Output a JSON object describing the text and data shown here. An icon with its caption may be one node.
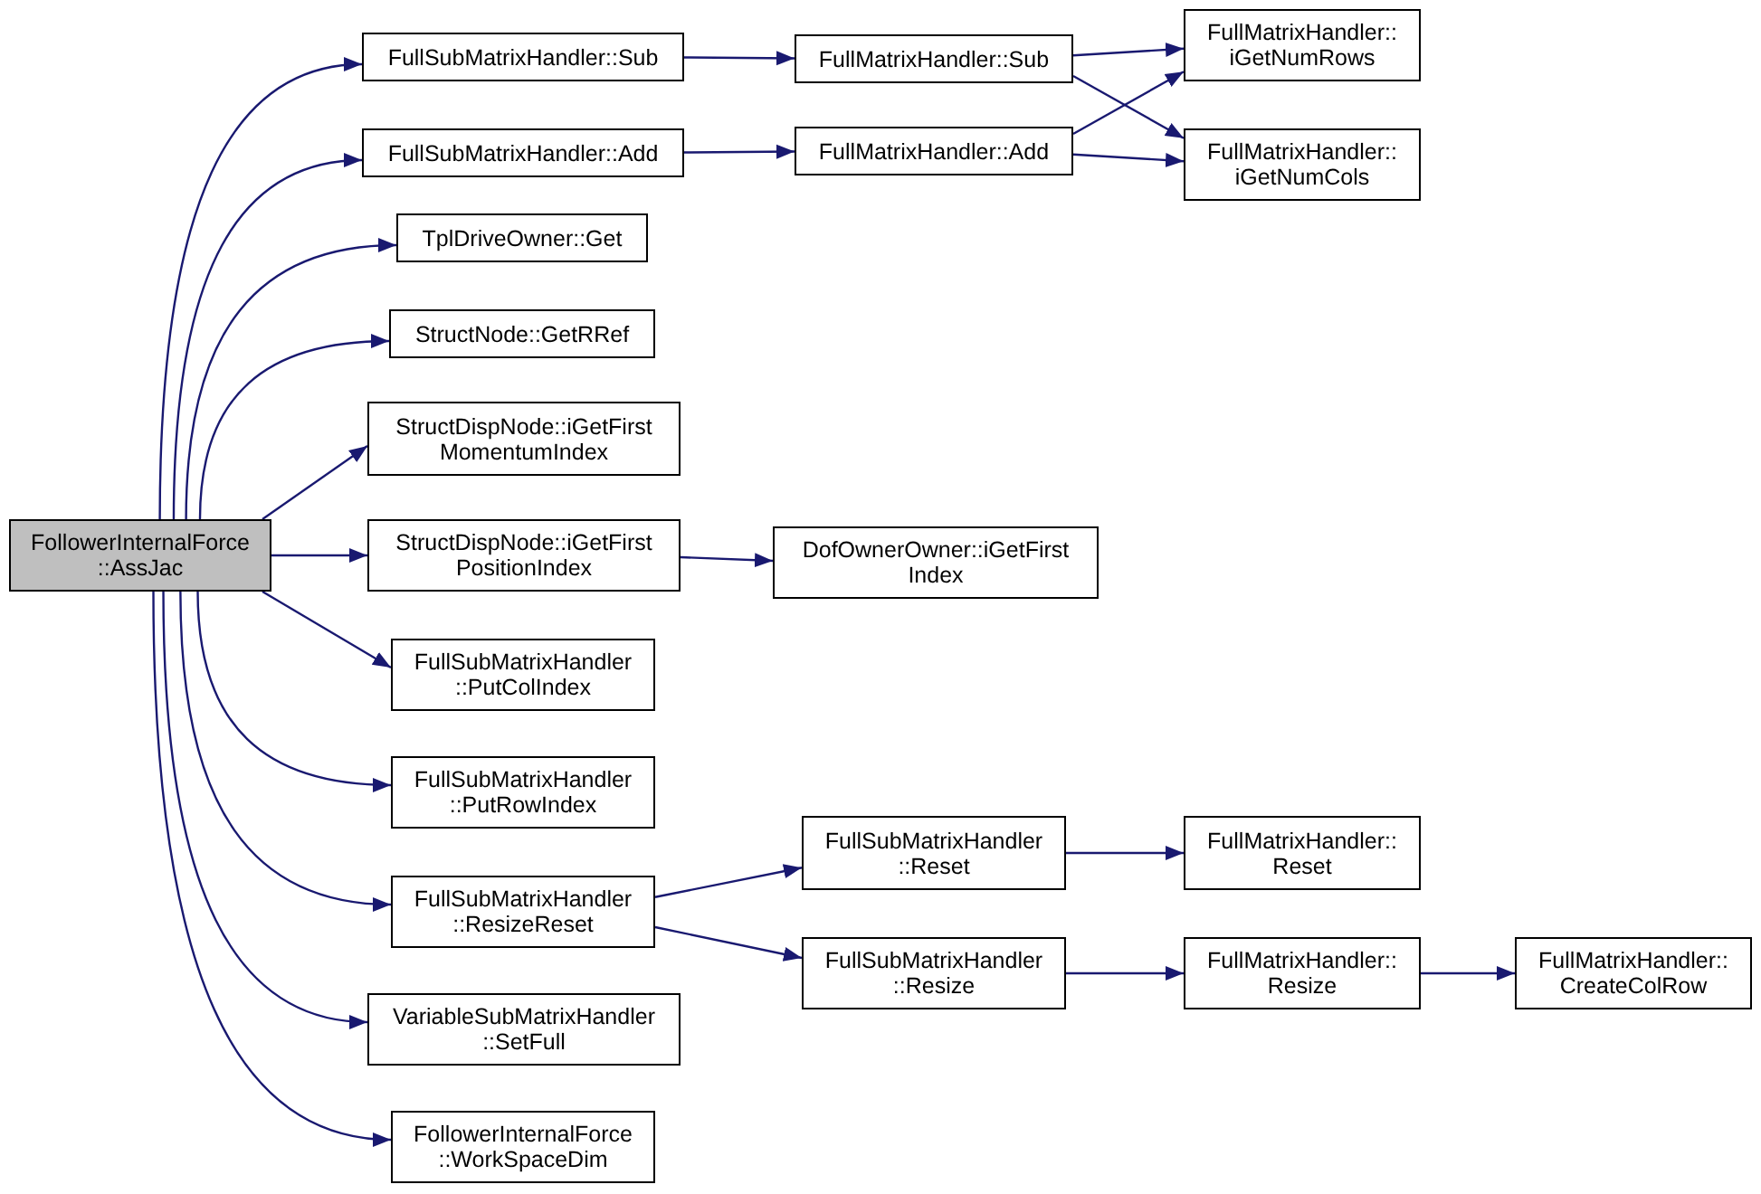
{
  "diagram": {
    "nodes": [
      {
        "text": [
          "FollowerInternalForce ::AssJac"
        ]
      },
      {
        "text": [
          "FullSubMatrixHandler::Sub"
        ]
      },
      {
        "text": [
          "FullSubMatrixHandler::Add"
        ]
      },
      {
        "text": [
          "TplDriveOwner::Get"
        ]
      },
      {
        "text": [
          "StructNode::GetRRef"
        ]
      },
      {
        "text": [
          "StructDispNode::iGetFirst MomentumIndex"
        ]
      },
      {
        "text": [
          "StructDispNode::iGetFirst PositionIndex"
        ]
      },
      {
        "text": [
          "FullSubMatrixHandler ::PutColIndex"
        ]
      },
      {
        "text": [
          "FullSubMatrixHandler ::PutRowIndex"
        ]
      },
      {
        "text": [
          "FullSubMatrixHandler ::ResizeReset"
        ]
      },
      {
        "text": [
          "VariableSubMatrixHandler ::SetFull"
        ]
      },
      {
        "text": [
          "FollowerInternalForce ::WorkSpaceDim"
        ]
      },
      {
        "text": [
          "FullMatrixHandler::Sub"
        ]
      },
      {
        "text": [
          "FullMatrixHandler::Add"
        ]
      },
      {
        "text": [
          "DofOwnerOwner::iGetFirst Index"
        ]
      },
      {
        "text": [
          "FullSubMatrixHandler ::Reset"
        ]
      },
      {
        "text": [
          "FullSubMatrixHandler ::Resize"
        ]
      },
      {
        "text": [
          "FullMatrixHandler:: iGetNumRows"
        ]
      },
      {
        "text": [
          "FullMatrixHandler:: iGetNumCols"
        ]
      },
      {
        "text": [
          "FullMatrixHandler:: Reset"
        ]
      },
      {
        "text": [
          "FullMatrixHandler:: Resize"
        ]
      },
      {
        "text": [
          "FullMatrixHandler:: CreateColRow"
        ]
      }
    ],
    "edges": [
      {
        "from": 0,
        "to": 1,
        "arrow": "to"
      },
      {
        "from": 0,
        "to": 2,
        "arrow": "to"
      },
      {
        "from": 0,
        "to": 3,
        "arrow": "to"
      },
      {
        "from": 0,
        "to": 4,
        "arrow": "to"
      },
      {
        "from": 0,
        "to": 5,
        "arrow": "to"
      },
      {
        "from": 0,
        "to": 6,
        "arrow": "to"
      },
      {
        "from": 0,
        "to": 7,
        "arrow": "to"
      },
      {
        "from": 0,
        "to": 8,
        "arrow": "to"
      },
      {
        "from": 0,
        "to": 9,
        "arrow": "to"
      },
      {
        "from": 0,
        "to": 10,
        "arrow": "to"
      },
      {
        "from": 0,
        "to": 11,
        "arrow": "to"
      },
      {
        "from": 1,
        "to": 12,
        "arrow": "to"
      },
      {
        "from": 2,
        "to": 13,
        "arrow": "to"
      },
      {
        "from": 12,
        "to": 17,
        "arrow": "to"
      },
      {
        "from": 12,
        "to": 18,
        "arrow": "to"
      },
      {
        "from": 13,
        "to": 17,
        "arrow": "to"
      },
      {
        "from": 13,
        "to": 18,
        "arrow": "to"
      },
      {
        "from": 6,
        "to": 14,
        "arrow": "to"
      },
      {
        "from": 9,
        "to": 15,
        "arrow": "to"
      },
      {
        "from": 9,
        "to": 16,
        "arrow": "to"
      },
      {
        "from": 15,
        "to": 19,
        "arrow": "to"
      },
      {
        "from": 16,
        "to": 20,
        "arrow": "to"
      },
      {
        "from": 20,
        "to": 21,
        "arrow": "to"
      }
    ]
  }
}
